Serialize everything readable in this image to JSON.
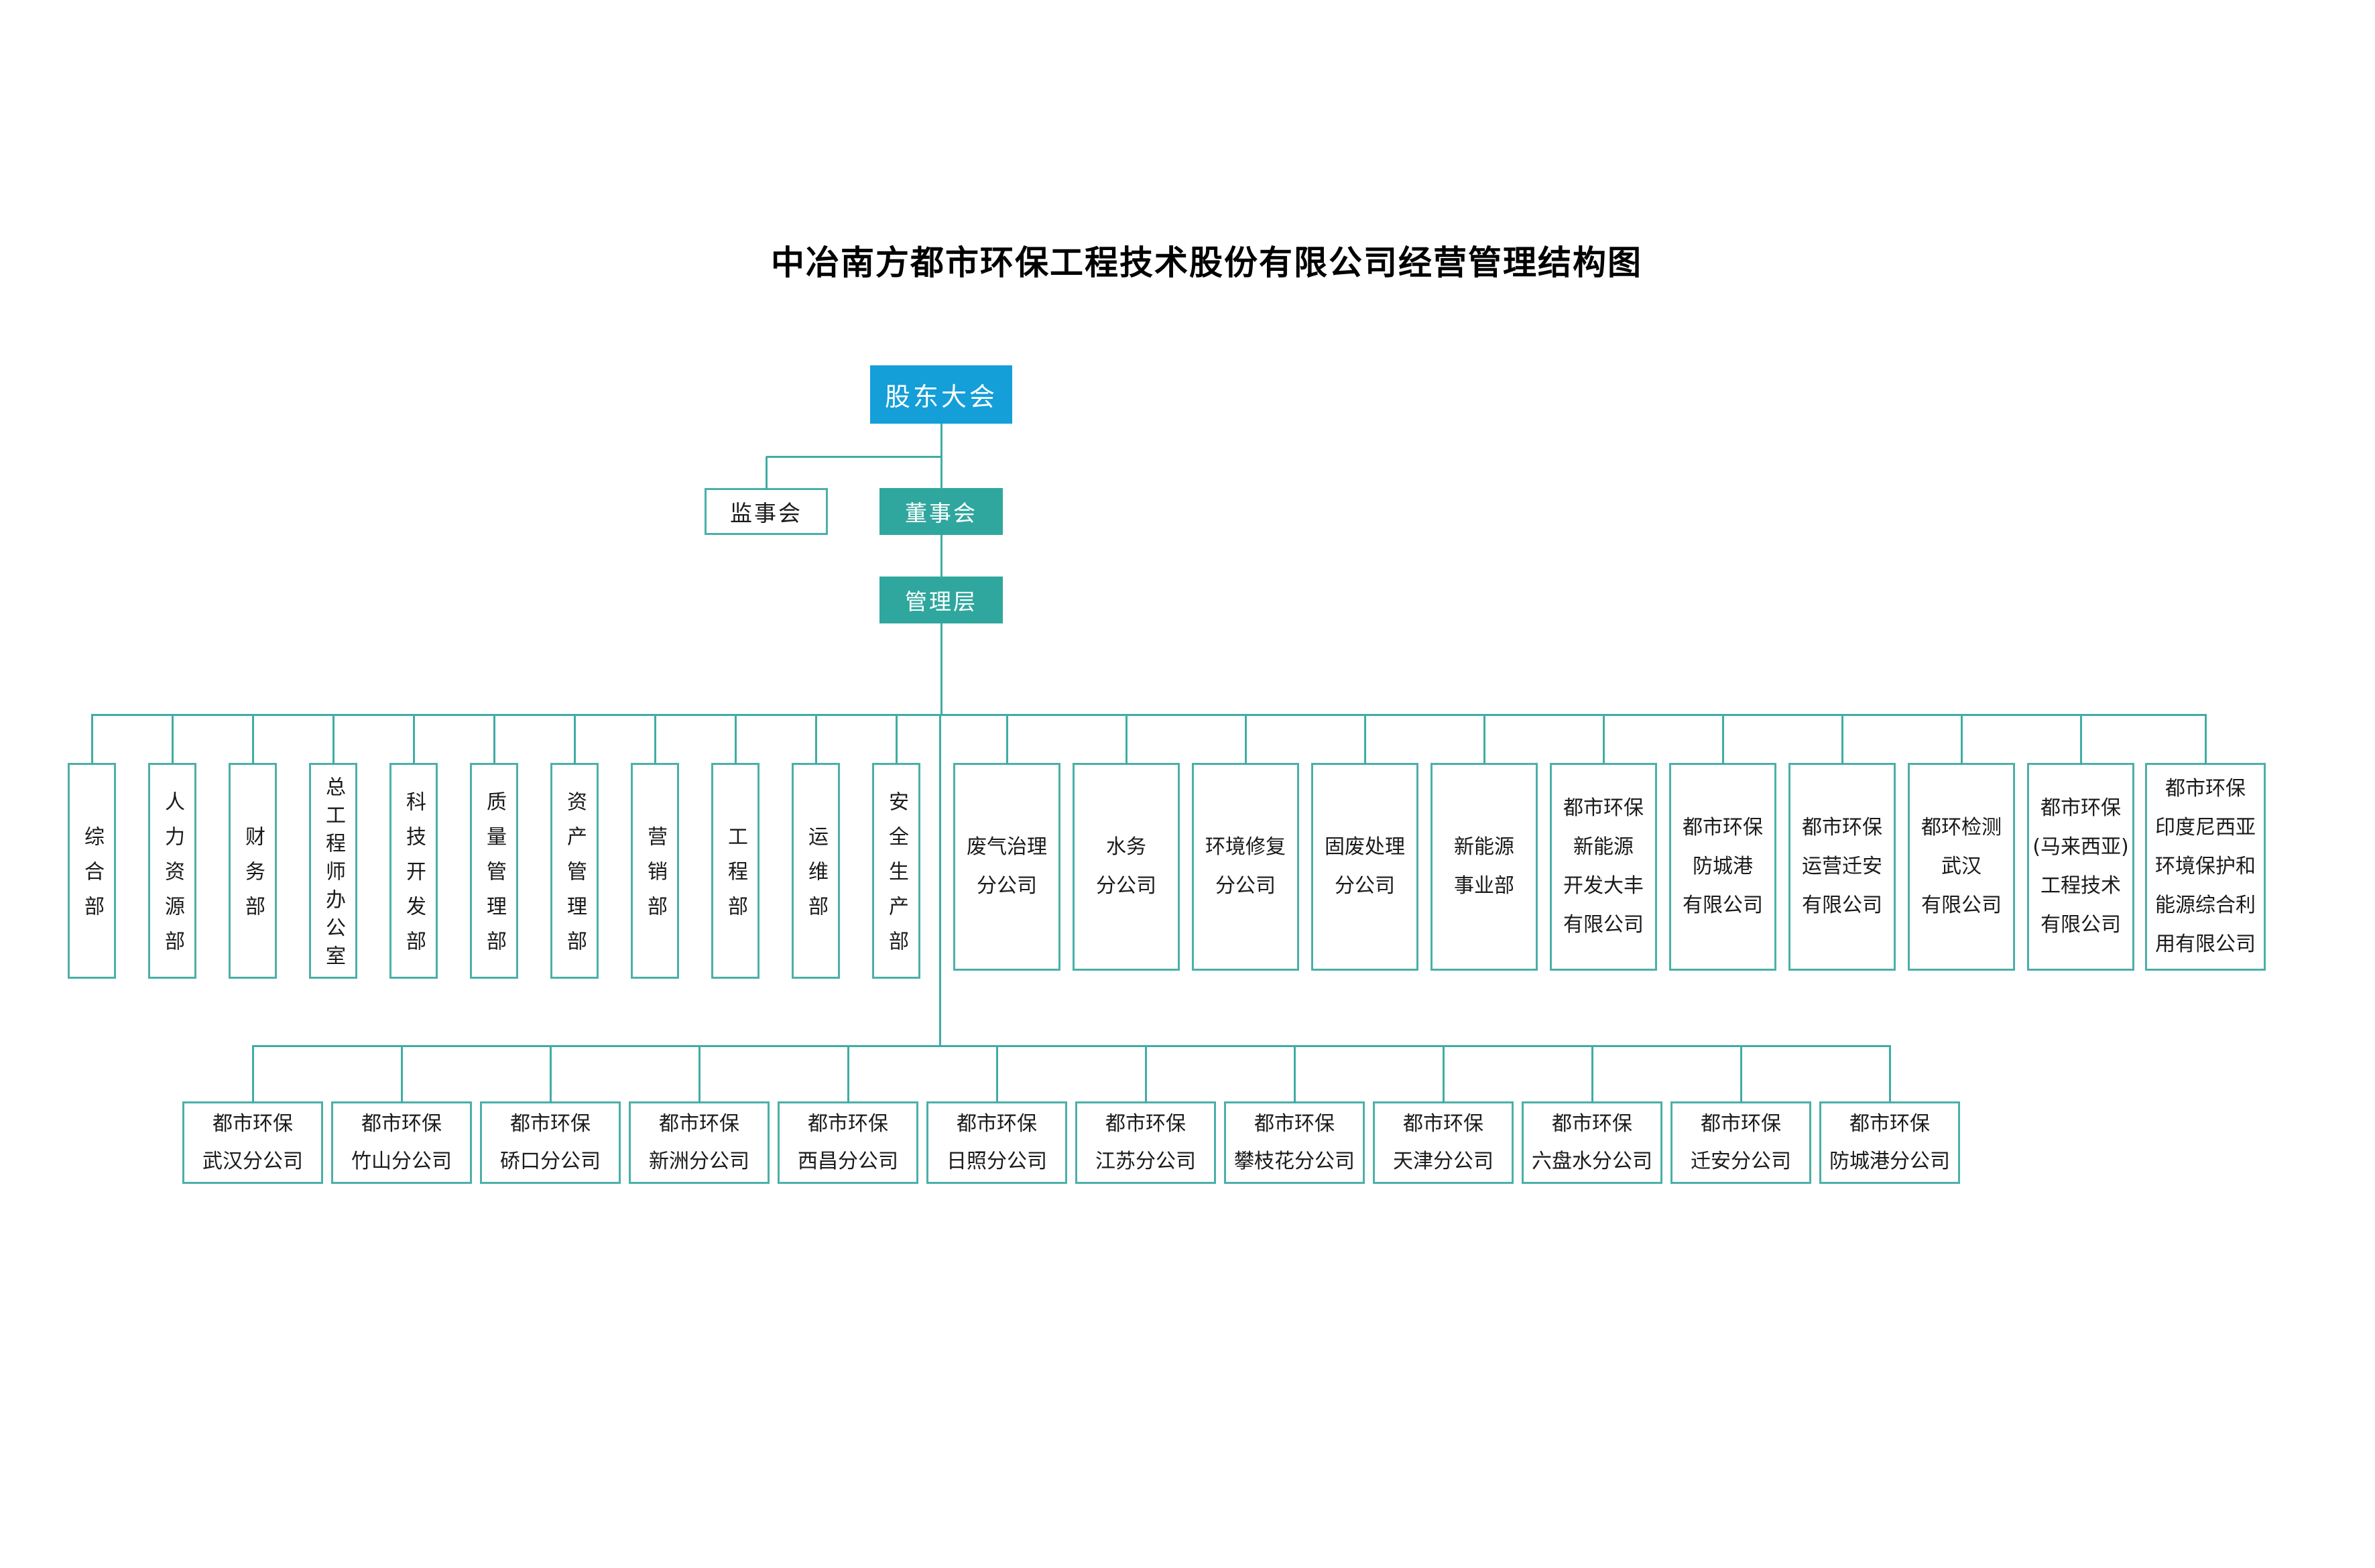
{
  "page": {
    "title": "中冶南方都市环保工程技术股份有限公司经营管理结构图"
  },
  "colors": {
    "shareholders_blue": "#149fd8",
    "node_teal": "#2fa79e",
    "box_border_teal": "#4bb0a8",
    "connector_teal": "#3fada4",
    "text_black": "#1a1a1a"
  },
  "governance": {
    "shareholders": "股东大会",
    "supervisory_board": "监事会",
    "board_of_directors": "董事会",
    "management": "管理层"
  },
  "departments": [
    "综合部",
    "人力资源部",
    "财务部",
    "总工程师办公室",
    "科技开发部",
    "质量管理部",
    "资产管理部",
    "营销部",
    "工程部",
    "运维部",
    "安全生产部"
  ],
  "subsidiaries": [
    "废气治理\n分公司",
    "水务\n分公司",
    "环境修复\n分公司",
    "固废处理\n分公司",
    "新能源\n事业部",
    "都市环保\n新能源\n开发大丰\n有限公司",
    "都市环保\n防城港\n有限公司",
    "都市环保\n运营迁安\n有限公司",
    "都环检测\n武汉\n有限公司",
    "都市环保\n(马来西亚)\n工程技术\n有限公司",
    "都市环保\n印度尼西亚\n环境保护和\n能源综合利\n用有限公司"
  ],
  "branches": [
    "都市环保\n武汉分公司",
    "都市环保\n竹山分公司",
    "都市环保\n硚口分公司",
    "都市环保\n新洲分公司",
    "都市环保\n西昌分公司",
    "都市环保\n日照分公司",
    "都市环保\n江苏分公司",
    "都市环保\n攀枝花分公司",
    "都市环保\n天津分公司",
    "都市环保\n六盘水分公司",
    "都市环保\n迁安分公司",
    "都市环保\n防城港分公司"
  ]
}
